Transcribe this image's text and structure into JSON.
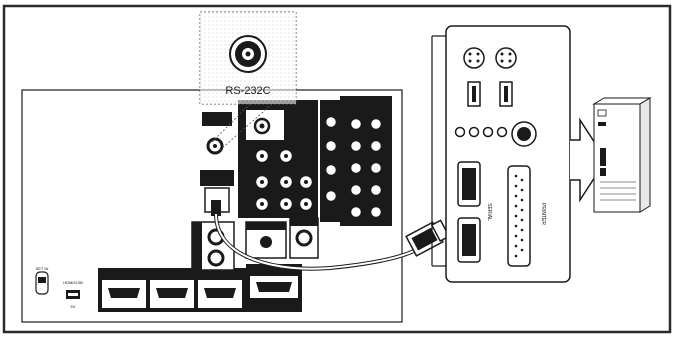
{
  "callout": {
    "port_label": "RS-232C"
  },
  "tv_panel": {
    "left_small_label_top": "SET IN",
    "usb_label": "HDMI/USB",
    "usb_sublabel": "5V"
  },
  "pc_panel": {
    "serial_label": "SERIAL",
    "printer_label": "PRINTER"
  },
  "colors": {
    "ink": "#1a1a1a",
    "paper": "#ffffff",
    "frame": "#2a2a2a",
    "shade": "#cfcfcf"
  }
}
